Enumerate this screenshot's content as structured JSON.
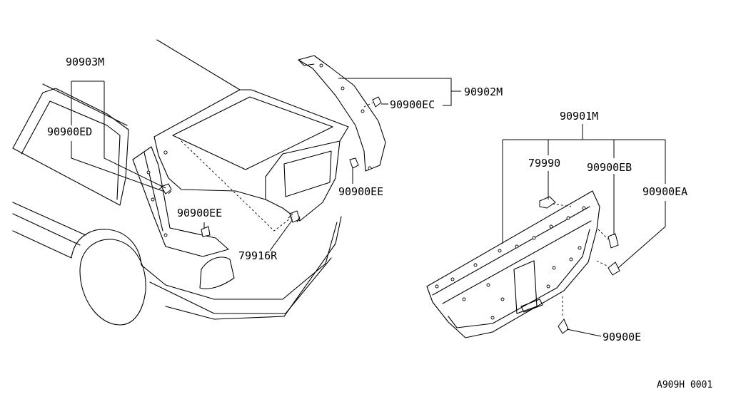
{
  "labels": {
    "p90903M": "90903M",
    "p90900ED": "90900ED",
    "p90900EE_left": "90900EE",
    "p79916R": "79916R",
    "p90900EE_right": "90900EE",
    "p90902M": "90902M",
    "p90900EC": "90900EC",
    "p90901M": "90901M",
    "p79990": "79990",
    "p90900EB": "90900EB",
    "p90900EA": "90900EA",
    "p90900E": "90900E"
  },
  "diagram_ref": "A909H 0001",
  "colors": {
    "ink": "#000000",
    "paper": "#ffffff"
  }
}
